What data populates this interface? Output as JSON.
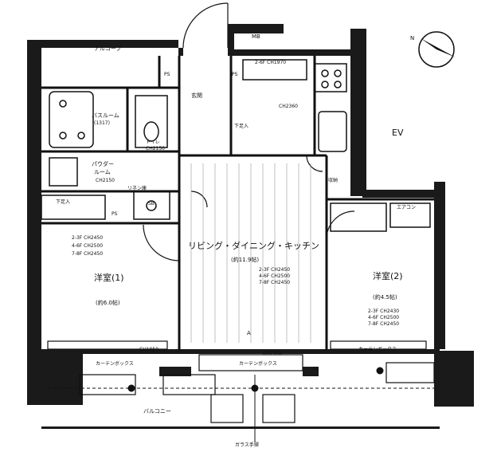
{
  "labels": {
    "alcove": "アルコーブ",
    "mb": "MB",
    "ps": "PS",
    "ps2": "PS",
    "ps3": "PS",
    "ps4": "PS",
    "ev": "EV",
    "genkan": "玄関",
    "kutsu": "下足入",
    "bath": "バスルーム",
    "bath_size": "(1317)",
    "toilet": "トイレ",
    "toilet_ch": "CH2150",
    "powder": "パウダー",
    "powder2": "ルーム",
    "powder_ch": "CH2150",
    "linen": "リネン庫",
    "ldk": "リビング・ダイニング・キッチン",
    "ldk_size": "(約11.9帖)",
    "yoshitsu1": "洋室(1)",
    "yoshitsu1_size": "(約6.0帖)",
    "yoshitsu2": "洋室(2)",
    "yoshitsu2_size": "(約4.5帖)",
    "balcony": "バルコニー",
    "storage": "収納",
    "kitchen_ch": "CH2360",
    "ch1950a": "CH1950",
    "ch1950b": "CH1950",
    "ch2360top": "2-6F CH1970",
    "curtain1": "カーテンボックス",
    "curtain2": "カーテンボックス",
    "curtain3": "カーテンボックス",
    "glass": "ガラス手摺",
    "ceiling_y1a": "2-3F CH2450",
    "ceiling_y1b": "4-6F CH2500",
    "ceiling_y1c": "7-8F CH2450",
    "ceiling_ldk_a": "2-3F CH2450",
    "ceiling_ldk_b": "4-6F CH2500",
    "ceiling_ldk_c": "7-8F CH2450",
    "ceiling_y2a": "2-3F CH2430",
    "ceiling_y2b": "4-6F CH2500",
    "ceiling_y2c": "7-8F CH2450",
    "aa": "A",
    "shoes": "下足入",
    "ac": "エアコン",
    "sb": "SB"
  }
}
